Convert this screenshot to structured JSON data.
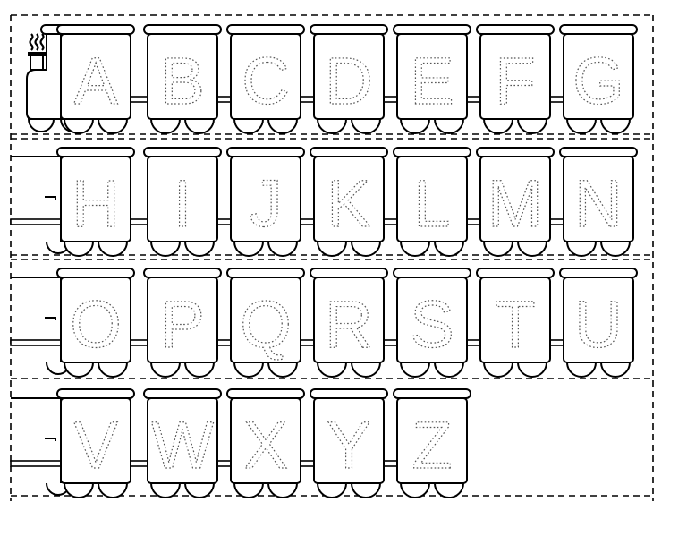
{
  "worksheet": {
    "rows": [
      {
        "letters": [
          "A",
          "B",
          "C",
          "D",
          "E",
          "F",
          "G"
        ],
        "has_engine": true
      },
      {
        "letters": [
          "H",
          "I",
          "J",
          "K",
          "L",
          "M",
          "N"
        ],
        "has_engine": false
      },
      {
        "letters": [
          "O",
          "P",
          "Q",
          "R",
          "S",
          "T",
          "U"
        ],
        "has_engine": false
      },
      {
        "letters": [
          "V",
          "W",
          "X",
          "Y",
          "Z"
        ],
        "has_engine": false
      }
    ],
    "engine_icon": "smokestack-steam-icon",
    "line_color": "#000000",
    "trace_color": "#555555",
    "background": "#ffffff"
  }
}
